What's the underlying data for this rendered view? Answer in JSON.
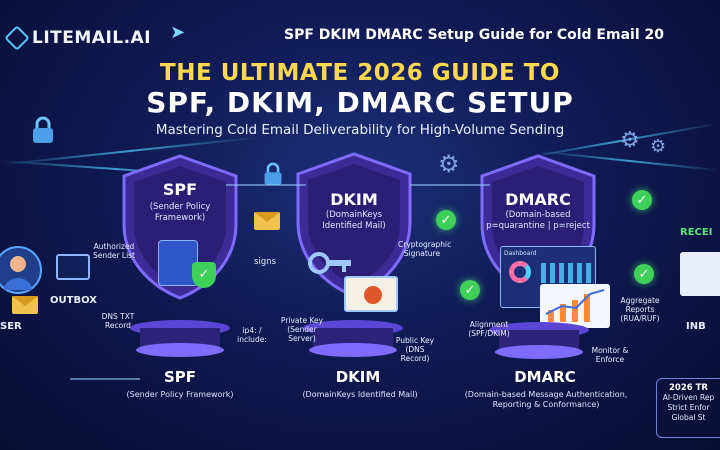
{
  "brand": {
    "name": "LITEMAIL.AI"
  },
  "header": {
    "top_title": "SPF DKIM DMARC Setup Guide for Cold Email 20",
    "line1": "THE ULTIMATE 2026 GUIDE TO",
    "line2": "SPF, DKIM, DMARC SETUP",
    "line3": "Mastering Cold Email Deliverability for High-Volume Sending"
  },
  "flow": {
    "user": "SER",
    "outbox": "OUTBOX",
    "received": "RECEI",
    "inbox": "INB",
    "signs": "signs"
  },
  "spf": {
    "title": "SPF",
    "subtitle": "(Sender Policy Framework)",
    "labels": {
      "authorized": "Authorized Sender List",
      "dns": "DNS TXT Record",
      "ip4": "ip4: / include:"
    },
    "footer_title": "SPF",
    "footer_sub": "(Sender Policy Framework)"
  },
  "dkim": {
    "title": "DKIM",
    "subtitle": "(DomainKeys Identified Mail)",
    "labels": {
      "crypto": "Cryptographic Signature",
      "private": "Private Key (Sender Server)",
      "public": "Public Key (DNS Record)"
    },
    "footer_title": "DKIM",
    "footer_sub": "(DomainKeys Identified Mail)"
  },
  "dmarc": {
    "title": "DMARC",
    "subtitle": "(Domain-based p=quarantine | p=reject",
    "labels": {
      "dashboard": "Dashboard",
      "aggregate": "Aggregate Reports (RUA/RUF)",
      "alignment": "Alignment (SPF/DKIM)",
      "monitor": "Monitor & Enforce"
    },
    "footer_title": "DMARC",
    "footer_sub": "(Domain-based Message Authentication, Reporting & Conformance)"
  },
  "sidebox": {
    "title": "2026 TR",
    "line1": "AI-Driven Rep",
    "line2": "Strict Enfor",
    "line3": "Global St"
  },
  "colors": {
    "accent": "#4fd2ff",
    "gold": "#ffd84d",
    "check": "#3fcf5b",
    "shield": "#6b4de0"
  }
}
